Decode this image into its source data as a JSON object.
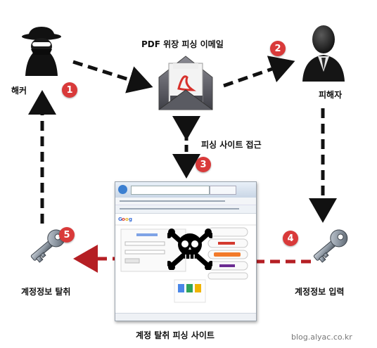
{
  "labels": {
    "hacker": "해커",
    "email": "PDF 위장 피싱 이메일",
    "victim": "피해자",
    "phishing_access": "피싱 사이트 접근",
    "site": "계정 탈취 피싱 사이트",
    "input_account": "계정정보 입력",
    "steal_account": "계정정보 탈취"
  },
  "steps": [
    "1",
    "2",
    "3",
    "4",
    "5"
  ],
  "watermark": "blog.alyac.co.kr",
  "colors": {
    "badge": "#d93a3a",
    "arrow_black": "#111111",
    "arrow_red": "#b51f24"
  },
  "icons": [
    "hacker-spy-icon",
    "pdf-envelope-icon",
    "victim-person-icon",
    "key-icon",
    "skull-crossbones-icon",
    "browser-window"
  ]
}
